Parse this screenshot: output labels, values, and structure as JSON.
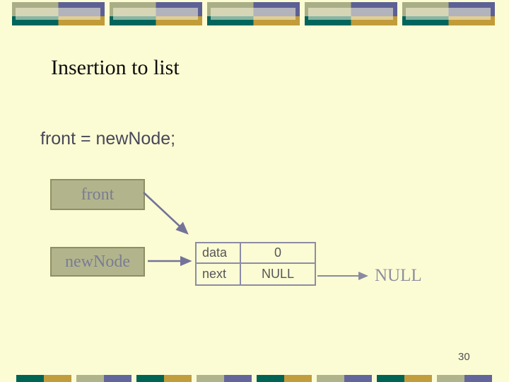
{
  "slide": {
    "title": "Insertion to list",
    "code_line": "front = newNode;",
    "page_number": "30"
  },
  "diagram": {
    "front_box_label": "front",
    "newnode_box_label": "newNode",
    "null_label": "NULL",
    "node_table": {
      "rows": [
        {
          "field": "data",
          "value": "0"
        },
        {
          "field": "next",
          "value": "NULL"
        }
      ]
    }
  },
  "colors": {
    "background": "#FCFCD4",
    "teal": "#00655C",
    "gold": "#C19C39",
    "sage": "#AFB28A",
    "purple": "#5D6094",
    "box_fill": "#B2B58C",
    "box_border": "#8D9063",
    "box_text": "#7B7B93",
    "arrow": "#73739A",
    "table_border": "#8C8CA6",
    "table_text": "#55555A",
    "code_text": "#47475A",
    "null_text": "#8F8F9F"
  }
}
